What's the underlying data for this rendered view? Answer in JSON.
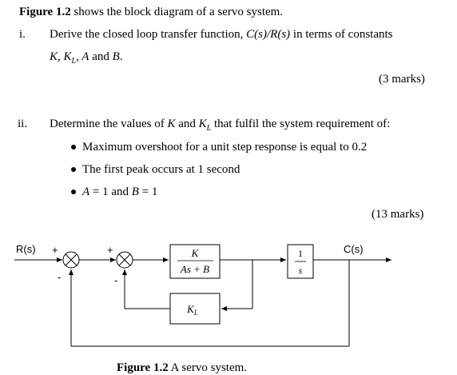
{
  "question": {
    "intro_label": "Figure 1.2",
    "intro_text": " shows the block diagram of a servo system.",
    "part_i": {
      "number": "i.",
      "line1_a": "Derive the closed loop transfer function, ",
      "line1_tf": "C(s)/R(s)",
      "line1_b": " in terms of constants",
      "line2": "K, K",
      "line2_sub": "L",
      "line2_b": ", A",
      "line2_c": " and ",
      "line2_d": "B",
      "line2_e": ".",
      "marks": "(3 marks)"
    },
    "part_ii": {
      "number": "ii.",
      "line1_a": "Determine the values of ",
      "line1_k": "K",
      "line1_b": " and ",
      "line1_kl": "K",
      "line1_kl_sub": "L",
      "line1_c": " that fulfil the system requirement of:",
      "bullet1": "Maximum overshoot for a unit step response is equal to 0.2",
      "bullet2": "The first peak occurs at 1 second",
      "bullet3_a": "A",
      "bullet3_b": " = 1 and ",
      "bullet3_c": "B",
      "bullet3_d": " = 1",
      "marks": "(13 marks)"
    }
  },
  "diagram": {
    "input_label": "R(s)",
    "output_label": "C(s)",
    "sum1_plus": "+",
    "sum1_minus": "-",
    "sum2_plus": "+",
    "sum2_minus": "-",
    "forward_block_num": "K",
    "forward_block_den": "As + B",
    "integrator_num": "1",
    "integrator_den": "s",
    "feedback_block": "K",
    "feedback_block_sub": "L"
  },
  "caption": {
    "label": "Figure 1.2",
    "text": " A servo system."
  }
}
